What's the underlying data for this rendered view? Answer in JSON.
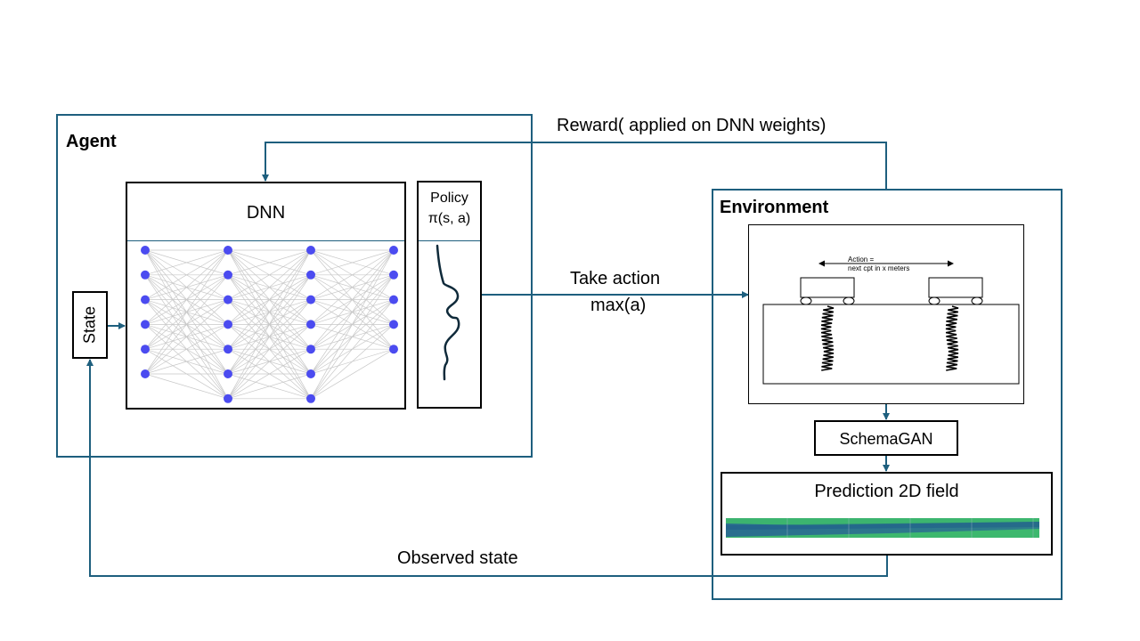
{
  "agent": {
    "title": "Agent"
  },
  "environment": {
    "title": "Environment"
  },
  "state": {
    "label": "State"
  },
  "dnn": {
    "title": "DNN",
    "layers": [
      6,
      7,
      7,
      5
    ]
  },
  "policy": {
    "line1": "Policy",
    "line2": "π(s, a)"
  },
  "arrows": {
    "reward": "Reward( applied on DNN weights)",
    "take_action_line1": "Take action",
    "take_action_line2": "max(a)",
    "observed": "Observed state"
  },
  "cpt_figure": {
    "action_line1": "Action =",
    "action_line2": "next cpt in x meters"
  },
  "schemagan": {
    "label": "SchemaGAN"
  },
  "prediction": {
    "title": "Prediction 2D field"
  },
  "colors": {
    "frame": "#1e5f7e",
    "neuron": "#4b4bf0",
    "field_dark": "#2a6e8f",
    "field_light": "#3fbf6a"
  }
}
